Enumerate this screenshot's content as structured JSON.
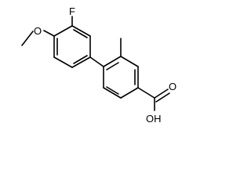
{
  "molecule": {
    "atoms": {
      "fluorine": "F",
      "methoxy_oxygen": "O",
      "carbonyl_oxygen": "O",
      "hydroxyl": "OH"
    }
  }
}
